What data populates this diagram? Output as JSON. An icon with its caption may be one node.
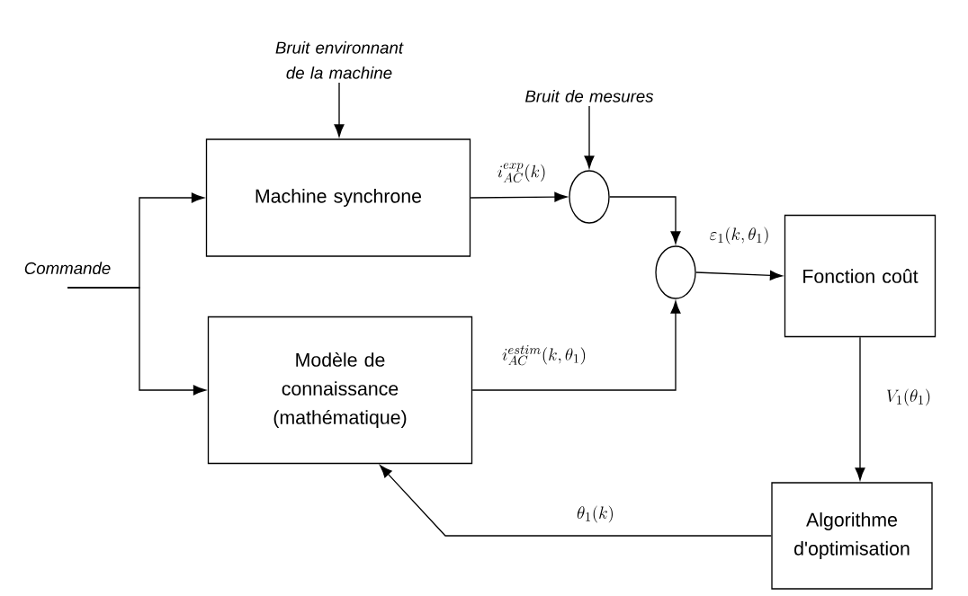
{
  "diagram": {
    "nodes": [
      {
        "text": [
          "Commande"
        ]
      },
      {
        "text": [
          "Bruit environnant de la machine"
        ]
      },
      {
        "text": [
          "Machine synchrone"
        ]
      },
      {
        "text": [
          "Bruit de mesures"
        ]
      },
      {
        "text": [],
        "shape": "circle"
      },
      {
        "text": [],
        "shape": "circle"
      },
      {
        "text": [
          "Modèle de connaissance (mathématique)"
        ]
      },
      {
        "text": [
          "Fonction coût"
        ]
      },
      {
        "text": [
          "Algorithme d'optimisation"
        ]
      }
    ],
    "edges": [
      {
        "from": 0,
        "to": 2,
        "arrow": "to"
      },
      {
        "from": 0,
        "to": 6,
        "arrow": "to"
      },
      {
        "from": 1,
        "to": 2,
        "arrow": "to"
      },
      {
        "from": 3,
        "to": 4,
        "arrow": "to"
      },
      {
        "from": 2,
        "to": 4,
        "arrow": "to",
        "label": "i_{AC}^{exp}(k)"
      },
      {
        "from": 4,
        "to": 5,
        "arrow": "to"
      },
      {
        "from": 6,
        "to": 5,
        "arrow": "to",
        "label": "i_{AC}^{estim}(k,\\theta_1)"
      },
      {
        "from": 5,
        "to": 7,
        "arrow": "to",
        "label": "\\varepsilon_1(k,\\theta_1)"
      },
      {
        "from": 7,
        "to": 8,
        "arrow": "to",
        "label": "V_1(\\theta_1)"
      },
      {
        "from": 8,
        "to": 6,
        "arrow": "to",
        "label": "\\theta_1(k)"
      }
    ]
  }
}
